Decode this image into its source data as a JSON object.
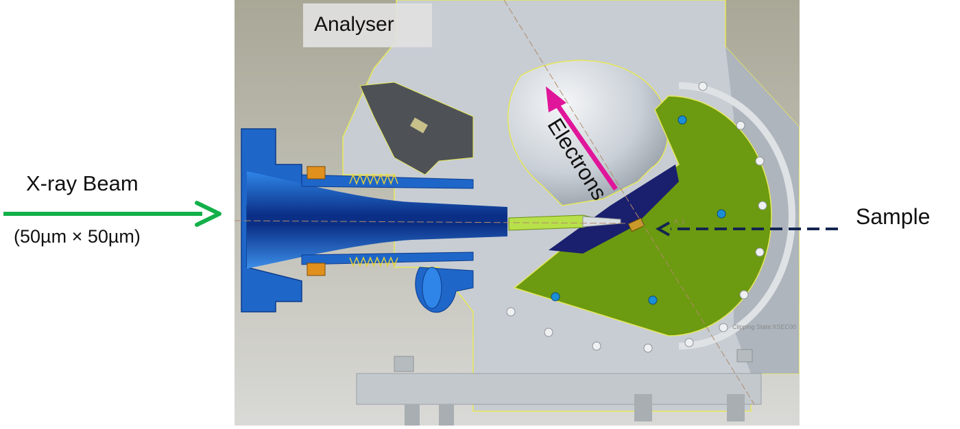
{
  "labels": {
    "analyser": "Analyser",
    "electrons": "Electrons",
    "xray_beam": "X-ray Beam",
    "beam_size": "(50µm × 50µm)",
    "sample": "Sample",
    "clipping_state": "Clipping State:XSEC00",
    "marker": "A_1"
  },
  "colors": {
    "background": "#ffffff",
    "render_bg": "#b9b7a9",
    "chamber_grey": "#c7cdd3",
    "lens_blue": "#1f66c9",
    "sample_holder_green": "#6c9a10",
    "beam_arrow": "#13b04a",
    "electron_arrow": "#e0169a",
    "sample_arrow": "#14254f",
    "edge_yellow": "#e8e85a"
  }
}
